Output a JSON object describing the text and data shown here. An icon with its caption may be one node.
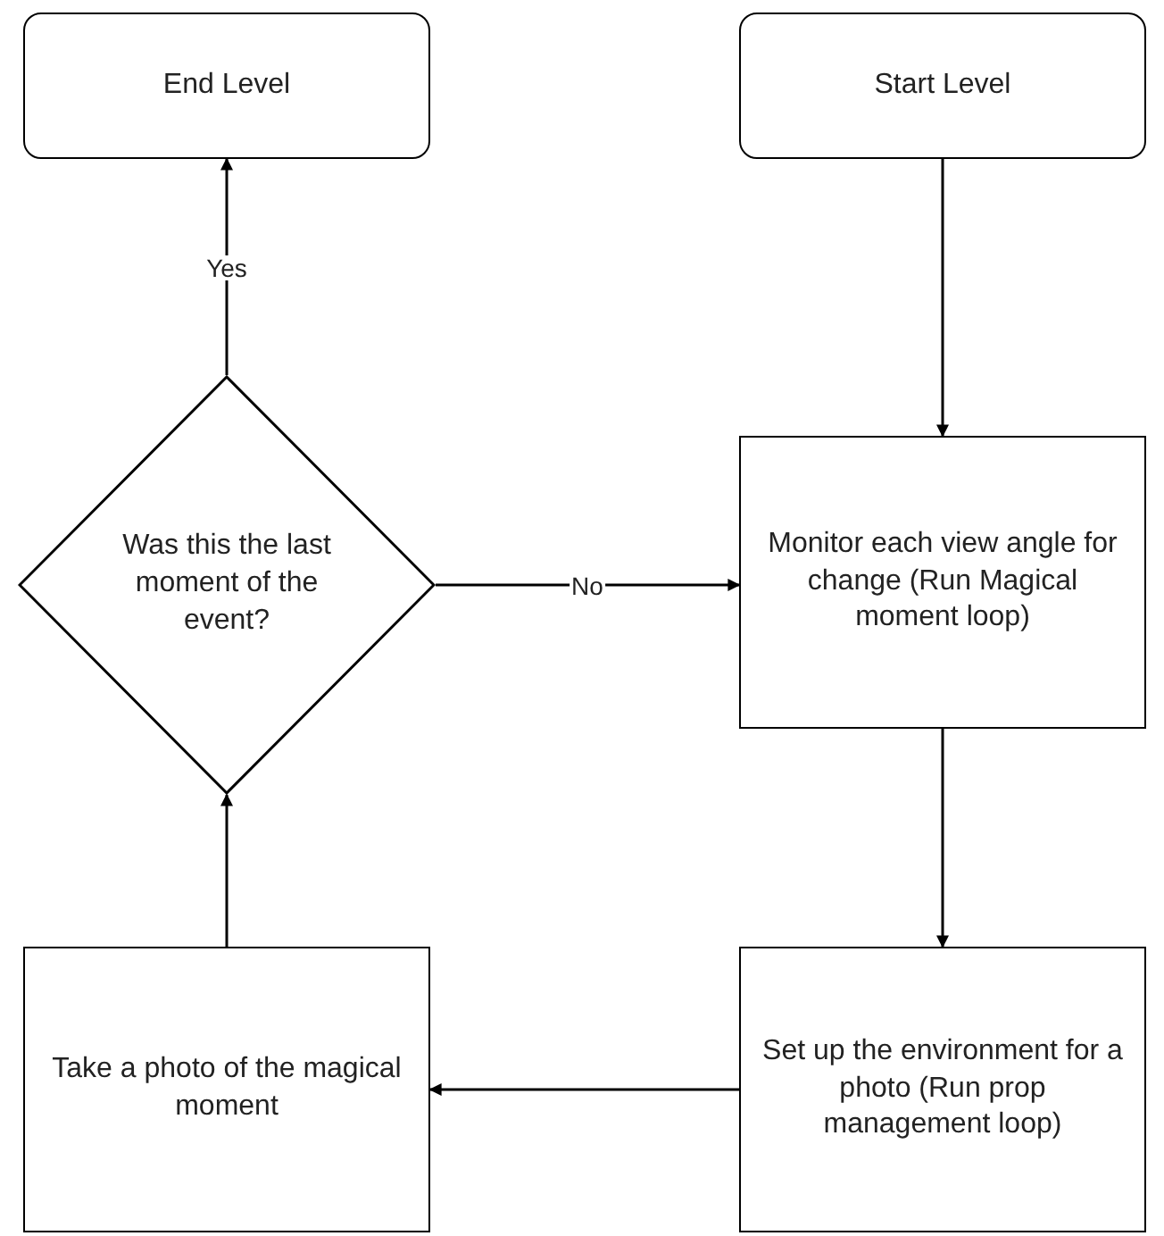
{
  "diagram": {
    "nodes": [
      {
        "text": [
          "End Level"
        ]
      },
      {
        "text": [
          "Start Level"
        ]
      },
      {
        "text": [
          "Was this the last moment of the event?"
        ]
      },
      {
        "text": [
          "Monitor each view angle for change (Run Magical moment loop)"
        ]
      },
      {
        "text": [
          "Take a photo of the magical moment"
        ]
      },
      {
        "text": [
          "Set up the environment for a photo (Run prop management loop)"
        ]
      }
    ],
    "edges": [
      {
        "from": 1,
        "to": 3,
        "arrow": "to"
      },
      {
        "from": 3,
        "to": 5,
        "arrow": "to"
      },
      {
        "from": 5,
        "to": 4,
        "arrow": "to"
      },
      {
        "from": 4,
        "to": 2,
        "arrow": "to"
      },
      {
        "from": 2,
        "to": 0,
        "arrow": "to",
        "label": "Yes"
      },
      {
        "from": 2,
        "to": 3,
        "arrow": "to",
        "label": "No"
      }
    ]
  }
}
